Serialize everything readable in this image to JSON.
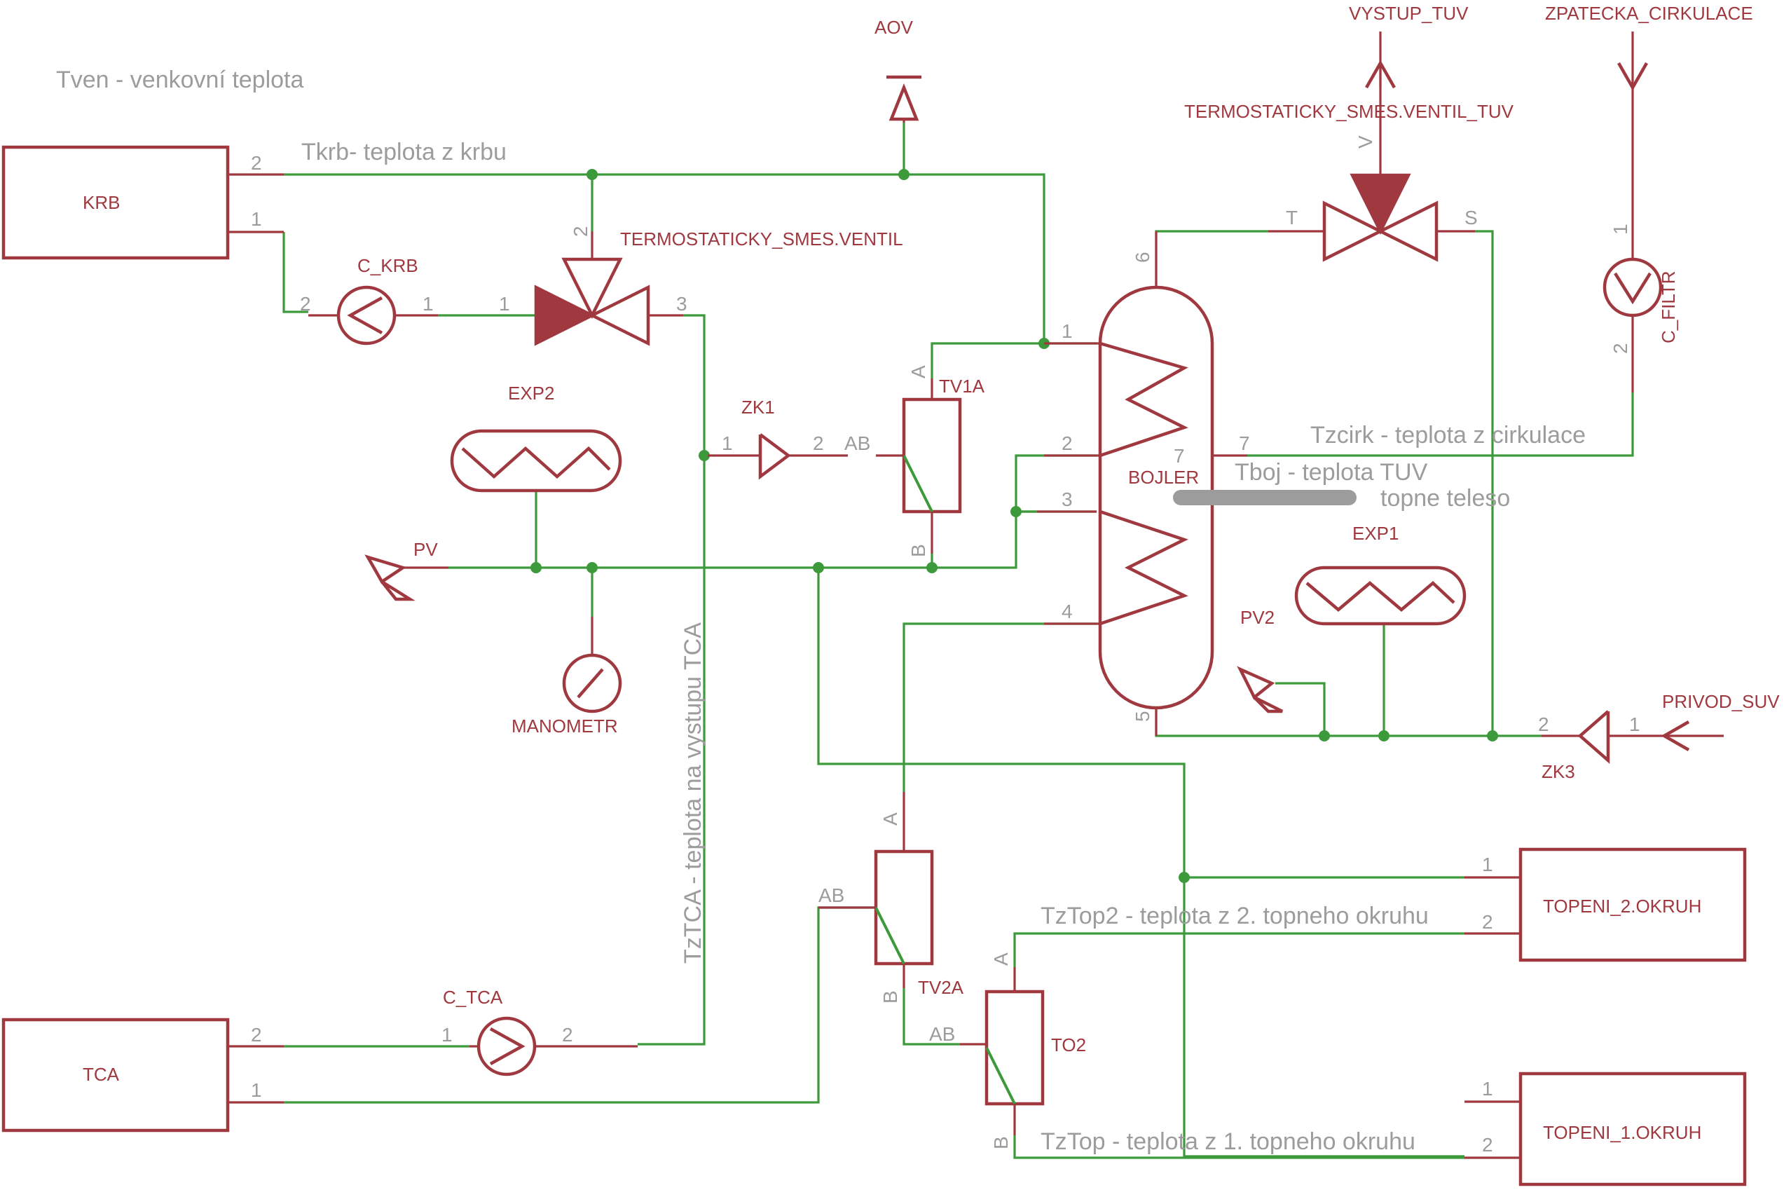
{
  "components": {
    "krb": "KRB",
    "tca": "TCA",
    "c_krb": "C_KRB",
    "c_tca": "C_TCA",
    "c_filtr": "C_FILTR",
    "aov": "AOV",
    "termo_ventil": "TERMOSTATICKY_SMES.VENTIL",
    "termo_ventil_tuv": "TERMOSTATICKY_SMES.VENTIL_TUV",
    "vystup_tuv": "VYSTUP_TUV",
    "zpatecka": "ZPATECKA_CIRKULACE",
    "privod_suv": "PRIVOD_SUV",
    "zk1": "ZK1",
    "zk3": "ZK3",
    "tv1a": "TV1A",
    "tv2a": "TV2A",
    "to2": "TO2",
    "exp1": "EXP1",
    "exp2": "EXP2",
    "pv": "PV",
    "pv2": "PV2",
    "manometr": "MANOMETR",
    "bojler": "BOJLER",
    "topeni2": "TOPENI_2.OKRUH",
    "topeni1": "TOPENI_1.OKRUH"
  },
  "notes": {
    "tven": "Tven - venkovní teplota",
    "tkrb": "Tkrb- teplota z krbu",
    "tzcirk": "Tzcirk - teplota z cirkulace",
    "tboj": "Tboj - teplota TUV",
    "topne": "topne teleso",
    "tztop2": "TzTop2 - teplota z 2. topneho okruhu",
    "tztop": "TzTop - teplota z 1. topneho okruhu",
    "tztca": "TzTCA - teplota na vystupu TCA"
  },
  "pins": {
    "n1": "1",
    "n2": "2",
    "n3": "3",
    "n4": "4",
    "n5": "5",
    "n6": "6",
    "n7": "7",
    "a": "A",
    "b": "B",
    "ab": "AB",
    "t": "T",
    "s": "S",
    "v": "V"
  },
  "colors": {
    "component": "#a0393f",
    "wire": "#3c9a3a",
    "note": "#9c9c9c",
    "background": "#ffffff"
  }
}
